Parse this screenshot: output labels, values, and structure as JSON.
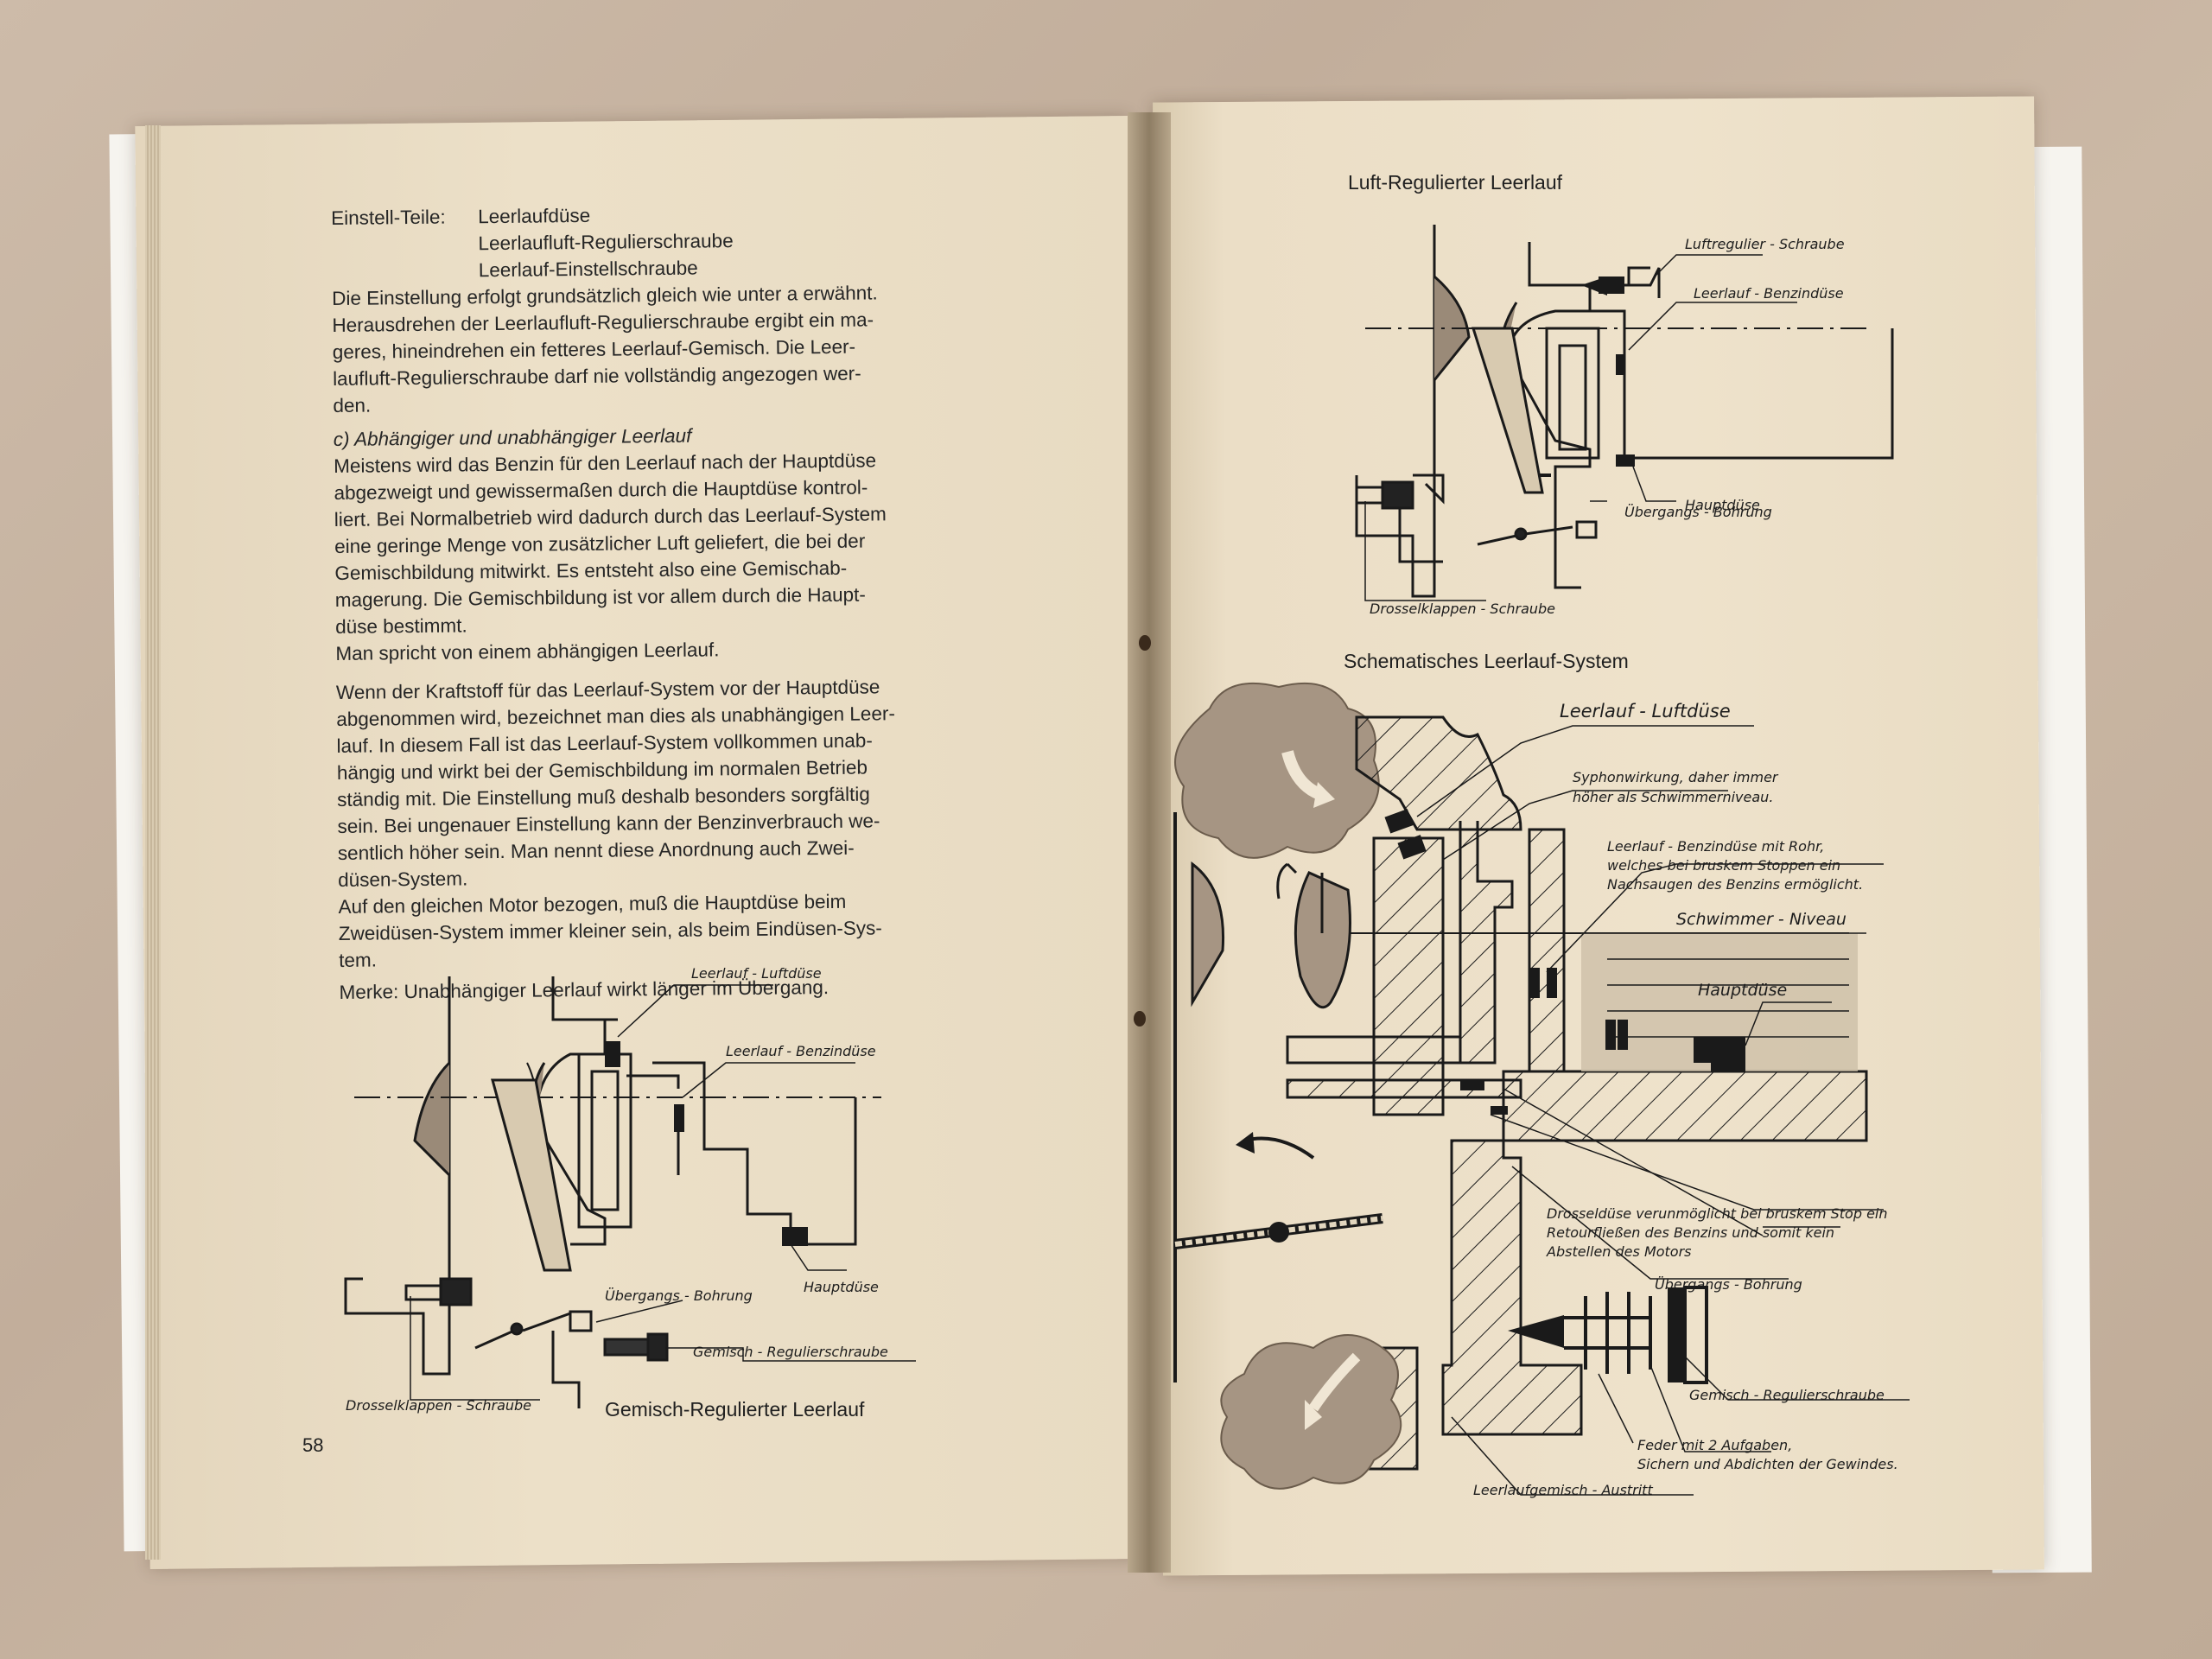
{
  "left_page": {
    "label_key": "Einstell-Teile:",
    "label_values": [
      "Leerlaufdüse",
      "Leerlaufluft-Regulierschraube",
      "Leerlauf-Einstellschraube"
    ],
    "para1_lines": [
      "Die Einstellung erfolgt grundsätzlich gleich wie unter a erwähnt.",
      "Herausdrehen der Leerlaufluft-Regulierschraube ergibt ein ma-",
      "geres, hineindrehen ein fetteres Leerlauf-Gemisch. Die Leer-",
      "laufluft-Regulierschraube darf nie vollständig angezogen wer-",
      "den."
    ],
    "subheading": "c) Abhängiger und unabhängiger Leerlauf",
    "para2_lines": [
      "Meistens wird das Benzin für den Leerlauf nach der Hauptdüse",
      "abgezweigt und gewissermaßen durch die Hauptdüse kontrol-",
      "liert. Bei Normalbetrieb wird dadurch durch das Leerlauf-System",
      "eine geringe Menge von zusätzlicher Luft geliefert, die bei der",
      "Gemischbildung mitwirkt. Es entsteht also eine Gemischab-",
      "magerung. Die Gemischbildung ist vor allem durch die Haupt-",
      "düse bestimmt.",
      "Man spricht von einem abhängigen Leerlauf."
    ],
    "para3_lines": [
      "Wenn der Kraftstoff für das Leerlauf-System vor der Hauptdüse",
      "abgenommen wird, bezeichnet man dies als unabhängigen Leer-",
      "lauf. In diesem Fall ist das Leerlauf-System vollkommen unab-",
      "hängig und wirkt bei der Gemischbildung im normalen Betrieb",
      "ständig mit. Die Einstellung muß deshalb besonders sorgfältig",
      "sein. Bei ungenauer Einstellung kann der Benzinverbrauch we-",
      "sentlich höher sein.  Man nennt diese Anordnung  auch Zwei-",
      "düsen-System.",
      "Auf den gleichen Motor bezogen, muß die Hauptdüse  beim",
      "Zweidüsen-System immer kleiner sein, als beim Eindüsen-Sys-",
      "tem."
    ],
    "merke": "Merke: Unabhängiger Leerlauf wirkt länger im Übergang.",
    "diagram_labels": {
      "luftduese": "Leerlauf - Luftdüse",
      "benzinduese": "Leerlauf - Benzindüse",
      "hauptduese": "Hauptdüse",
      "uebergang": "Übergangs - Bohrung",
      "gemisch_schraube": "Gemisch - Regulierschraube",
      "drossel_schraube": "Drosselklappen - Schraube"
    },
    "caption": "Gemisch-Regulierter Leerlauf",
    "page_number": "58"
  },
  "right_page": {
    "top_caption": "Luft-Regulierter Leerlauf",
    "top_labels": {
      "luftregulier": "Luftregulier - Schraube",
      "benzinduese": "Leerlauf - Benzindüse",
      "uebergang": "Übergangs - Bohrung",
      "hauptduese": "Hauptdüse",
      "drossel_schraube": "Drosselklappen - Schraube"
    },
    "mid_caption": "Schematisches Leerlauf-System",
    "schematic_labels": {
      "luftduese": "Leerlauf - Luftdüse",
      "syphon_1": "Syphonwirkung, daher immer",
      "syphon_2": "höher als Schwimmerniveau.",
      "benzin_1": "Leerlauf - Benzindüse mit Rohr,",
      "benzin_2": "welches bei bruskem Stoppen ein",
      "benzin_3": "Nachsaugen des Benzins ermöglicht.",
      "schwimmer": "Schwimmer - Niveau",
      "hauptduese": "Hauptdüse",
      "drossel_1": "Drosseldüse verunmöglicht bei bruskem Stop ein",
      "drossel_2": "Retourfließen des Benzins und somit kein",
      "drossel_3": "Abstellen des Motors",
      "uebergang": "Übergangs - Bohrung",
      "gemisch_schraube": "Gemisch - Regulierschraube",
      "feder_1": "Feder mit 2 Aufgaben,",
      "feder_2": "Sichern und Abdichten der Gewindes.",
      "austritt": "Leerlaufgemisch - Austritt"
    }
  }
}
